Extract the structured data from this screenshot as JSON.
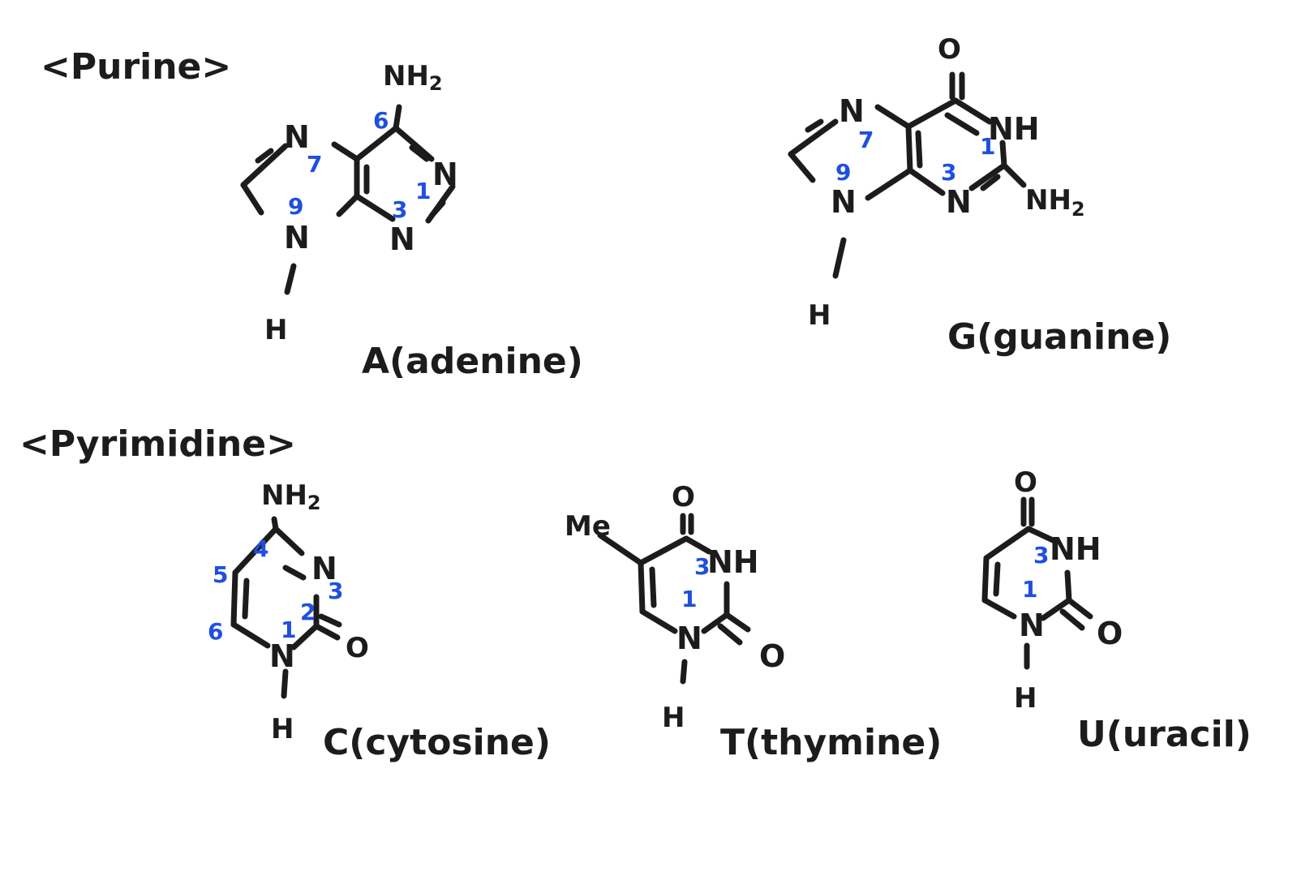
{
  "sections": {
    "purine": "<Purine>",
    "pyrimidine": "<Pyrimidine>"
  },
  "molecules": {
    "adenine": {
      "name": "A(adenine)",
      "atoms": {
        "n7": "N",
        "n9": "N",
        "n1": "N",
        "n3": "N",
        "h": "H",
        "nh2": "NH",
        "nh2_sub": "2"
      },
      "numbers": {
        "p6": "6",
        "p7": "7",
        "p9": "9",
        "p1": "1",
        "p3": "3"
      }
    },
    "guanine": {
      "name": "G(guanine)",
      "atoms": {
        "o": "O",
        "n7": "N",
        "n9": "N",
        "nh": "NH",
        "n3": "N",
        "nh2": "NH",
        "nh2_sub": "2",
        "h": "H"
      },
      "numbers": {
        "p7": "7",
        "p9": "9",
        "p1": "1",
        "p3": "3"
      }
    },
    "cytosine": {
      "name": "C(cytosine)",
      "atoms": {
        "nh2": "NH",
        "nh2_sub": "2",
        "n3": "N",
        "o": "O",
        "n1": "N",
        "h": "H"
      },
      "numbers": {
        "p4": "4",
        "p5": "5",
        "p6": "6",
        "p3": "3",
        "p2": "2",
        "p1": "1"
      }
    },
    "thymine": {
      "name": "T(thymine)",
      "atoms": {
        "me": "Me",
        "o_top": "O",
        "nh": "NH",
        "n1": "N",
        "o_right": "O",
        "h": "H"
      },
      "numbers": {
        "p3": "3",
        "p1": "1"
      }
    },
    "uracil": {
      "name": "U(uracil)",
      "atoms": {
        "o_top": "O",
        "nh": "NH",
        "n1": "N",
        "o_right": "O",
        "h": "H"
      },
      "numbers": {
        "p3": "3",
        "p1": "1"
      }
    }
  }
}
